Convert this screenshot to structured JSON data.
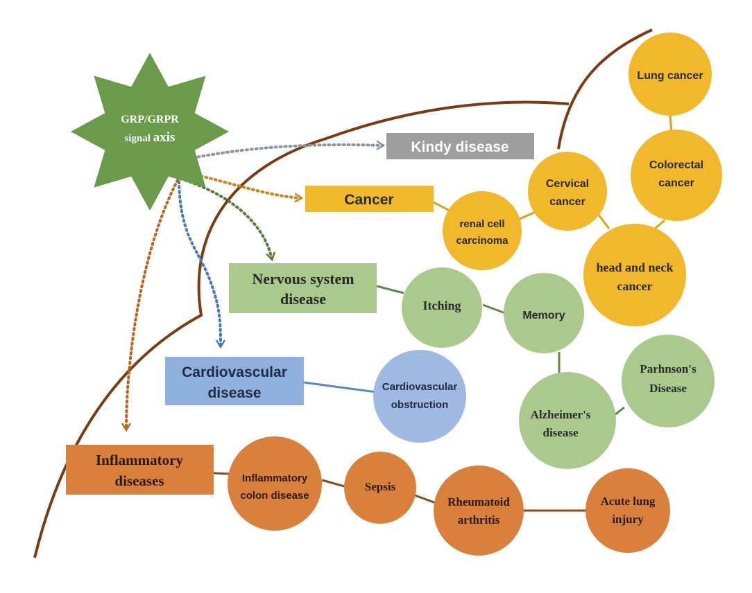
{
  "colors": {
    "arc": "#7a3b12",
    "star": "#6a9a4a",
    "kidney": "#9e9e9e",
    "cancer": "#f0b82a",
    "cancer_line": "#d9a21c",
    "nervous": "#a9c98d",
    "nervous_line": "#5f8a45",
    "cardio_box": "#8fb0dd",
    "cardio_circle": "#9fb9e3",
    "cardio_line": "#5b86c5",
    "inflam": "#d9813c",
    "inflam_line": "#8a4a1a",
    "arrow_gray": "#8c949c",
    "arrow_orange": "#c9861e",
    "arrow_green": "#5a7a3a",
    "arrow_blue": "#4a78b8",
    "arrow_brown": "#b8651e",
    "text_dark": "#2a2a2a"
  },
  "hub": {
    "line1": "GRP/GRPR",
    "line2_a": "signal ",
    "line2_b": "axis"
  },
  "categories": {
    "kidney": "Kindy disease",
    "cancer": "Cancer",
    "nervous_l1": "Nervous system",
    "nervous_l2": "disease",
    "cardio_l1": "Cardiovascular",
    "cardio_l2": "disease",
    "inflam_l1": "Inflammatory",
    "inflam_l2": "diseases"
  },
  "cancer_nodes": {
    "renal_l1": "renal cell",
    "renal_l2": "carcinoma",
    "cervical_l1": "Cervical",
    "cervical_l2": "cancer",
    "lung": "Lung cancer",
    "colorectal_l1": "Colorectal",
    "colorectal_l2": "cancer",
    "headneck_l1": "head and neck",
    "headneck_l2": "cancer"
  },
  "nervous_nodes": {
    "itching": "Itching",
    "memory": "Memory",
    "alz_l1": "Alzheimer's",
    "alz_l2": "disease",
    "park_l1": "Parhnson's",
    "park_l2": "Disease"
  },
  "cardio_nodes": {
    "obs_l1": "Cardiovascular",
    "obs_l2": "obstruction"
  },
  "inflam_nodes": {
    "colon_l1": "Inflammatory",
    "colon_l2": "colon disease",
    "sepsis": "Sepsis",
    "ra_l1": "Rheumatoid",
    "ra_l2": "arthritis",
    "ali_l1": "Acute lung",
    "ali_l2": "injury"
  }
}
